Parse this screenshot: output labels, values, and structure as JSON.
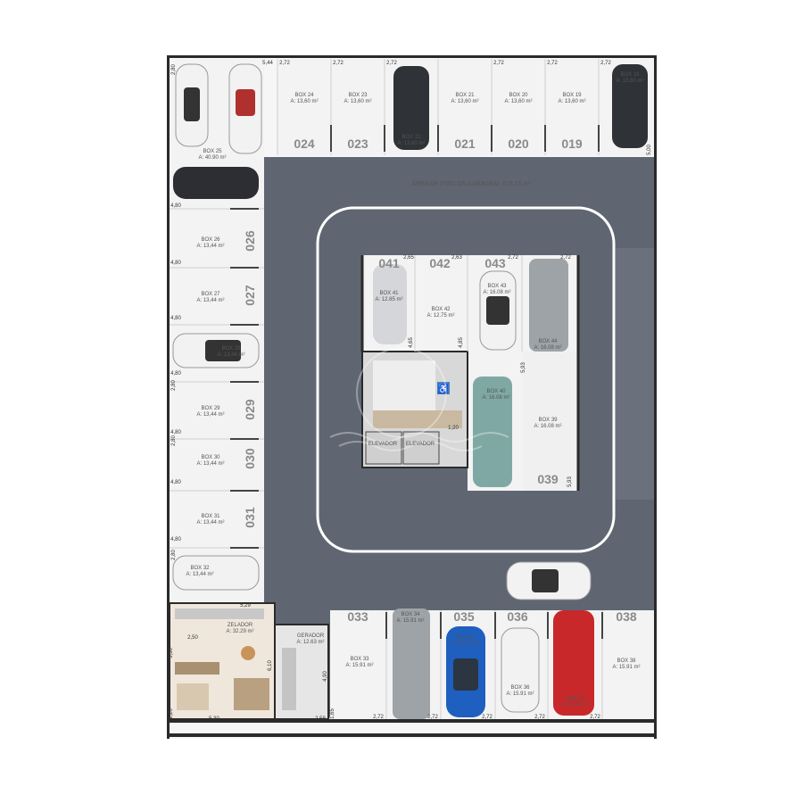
{
  "garage_area_label": "ÁREA DE PISO DA GARAGEM: 678.15 m²",
  "colors": {
    "floor": "#5f6672",
    "slot": "#f3f3f3",
    "wall": "#2a2a2a",
    "ring": "#ffffff",
    "number": "#8a8a8a",
    "text": "#555555"
  },
  "boxes": [
    {
      "id": "b24",
      "name": "BOX 24",
      "area": "A: 13,60 m²",
      "number": "024"
    },
    {
      "id": "b23",
      "name": "BOX 23",
      "area": "A: 13,60 m²",
      "number": "023"
    },
    {
      "id": "b22",
      "name": "BOX 22",
      "area": "A: 13,60 m²",
      "number": ""
    },
    {
      "id": "b21",
      "name": "BOX 21",
      "area": "A: 13,60 m²",
      "number": "021"
    },
    {
      "id": "b20",
      "name": "BOX 20",
      "area": "A: 13,60 m²",
      "number": "020"
    },
    {
      "id": "b19",
      "name": "BOX 19",
      "area": "A: 13,60 m²",
      "number": "019"
    },
    {
      "id": "b18",
      "name": "BOX 18",
      "area": "A: 13,60 m²",
      "number": ""
    },
    {
      "id": "b25",
      "name": "BOX 25",
      "area": "A: 40.90 m²",
      "number": ""
    },
    {
      "id": "b26",
      "name": "BOX 26",
      "area": "A: 13,44 m²",
      "number": "026"
    },
    {
      "id": "b27",
      "name": "BOX 27",
      "area": "A: 13,44 m²",
      "number": "027"
    },
    {
      "id": "b28",
      "name": "BOX 28",
      "area": "A: 13,44 m²",
      "number": ""
    },
    {
      "id": "b29",
      "name": "BOX 29",
      "area": "A: 13,44 m²",
      "number": "029"
    },
    {
      "id": "b30",
      "name": "BOX 30",
      "area": "A: 13,44 m²",
      "number": "030"
    },
    {
      "id": "b31",
      "name": "BOX 31",
      "area": "A: 13,44 m²",
      "number": "031"
    },
    {
      "id": "b32",
      "name": "BOX 32",
      "area": "A: 13,44 m²",
      "number": ""
    },
    {
      "id": "b41",
      "name": "BOX 41",
      "area": "A: 12.85 m²",
      "number": "041"
    },
    {
      "id": "b42",
      "name": "BOX 42",
      "area": "A: 12.75 m²",
      "number": "042"
    },
    {
      "id": "b43",
      "name": "BOX 43",
      "area": "A: 16.08 m²",
      "number": "043"
    },
    {
      "id": "b44",
      "name": "BOX 44",
      "area": "A: 16.08 m²",
      "number": ""
    },
    {
      "id": "b40",
      "name": "BOX 40",
      "area": "A: 16.08 m²",
      "number": ""
    },
    {
      "id": "b39",
      "name": "BOX 39",
      "area": "A: 16.08 m²",
      "number": "039"
    },
    {
      "id": "b33",
      "name": "BOX 33",
      "area": "A: 15.91 m²",
      "number": "033"
    },
    {
      "id": "b34",
      "name": "BOX 34",
      "area": "A: 15.91 m²",
      "number": ""
    },
    {
      "id": "b35",
      "name": "BOX 35",
      "area": "A: 15.91 m²",
      "number": "035"
    },
    {
      "id": "b36",
      "name": "BOX 36",
      "area": "A: 15.91 m²",
      "number": "036"
    },
    {
      "id": "b37",
      "name": "BOX 37",
      "area": "A: 15.91 m²",
      "number": ""
    },
    {
      "id": "b38",
      "name": "BOX 38",
      "area": "A: 15.91 m²",
      "number": "038"
    }
  ],
  "rooms": {
    "zelador_name": "ZELADOR",
    "zelador_area": "A: 32.29 m²",
    "gerador_name": "GERADOR",
    "gerador_area": "A: 12.63 m²",
    "elevador_1": "ELEVADOR",
    "elevador_2": "ELEVADOR"
  },
  "dims": [
    "5,44",
    "2,72",
    "2,72",
    "2,72",
    "2,72",
    "2,72",
    "2,72",
    "5,00",
    "4,80",
    "4,80",
    "4,80",
    "4,80",
    "4,80",
    "4,80",
    "4,80",
    "2,80",
    "2,80",
    "2,80",
    "2,80",
    "2,65",
    "2,63",
    "2,72",
    "2,72",
    "4,65",
    "4,85",
    "5,93",
    "5,93",
    "5,29",
    "2,50",
    "5,30",
    "6,10",
    "4,90",
    "2,58",
    "2,72",
    "2,72",
    "2,72",
    "2,72",
    "2,72",
    "1,20",
    "1,65",
    "3,30",
    "1,20"
  ]
}
